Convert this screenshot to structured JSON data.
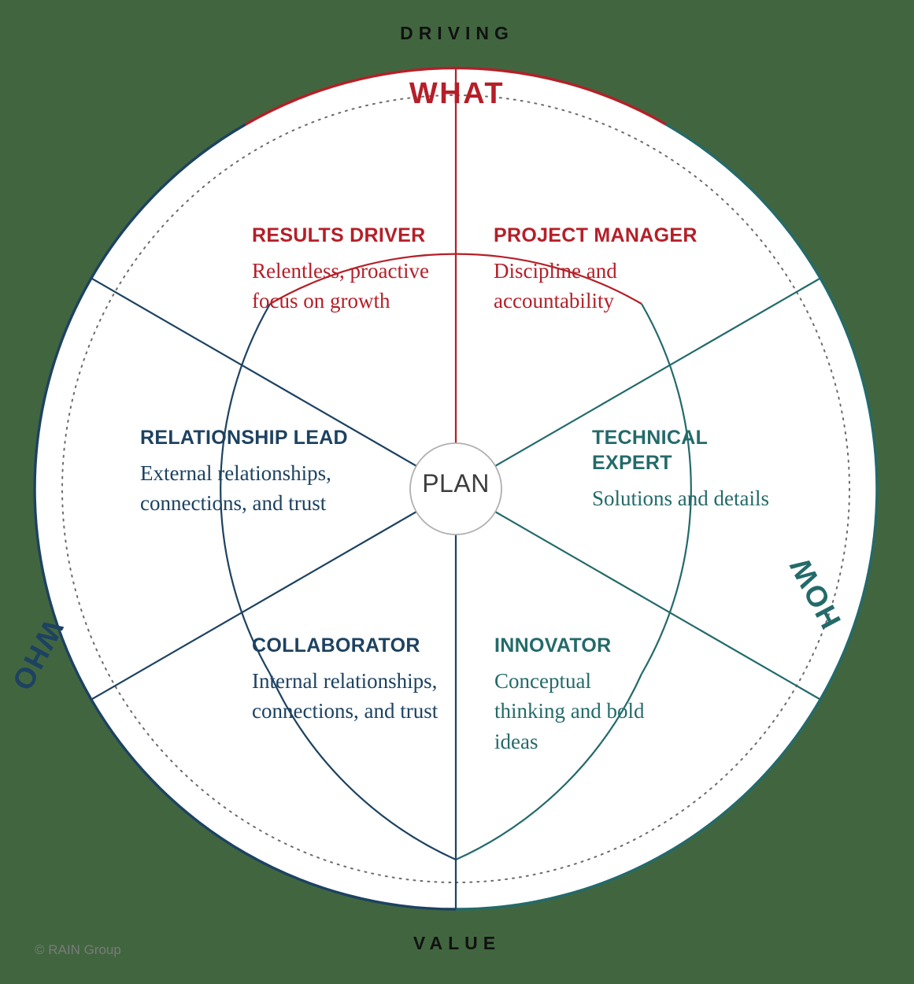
{
  "diagram": {
    "title": "PLAN Wheel",
    "center_label": "PLAN",
    "axes": {
      "top": "DRIVING",
      "bottom": "VALUE"
    },
    "ring_labels": {
      "top": "WHAT",
      "left": "WHO",
      "right": "HOW"
    },
    "colors": {
      "red": "#b51f28",
      "navy": "#1d4261",
      "teal": "#246a6a",
      "center_text": "#3d3d3d",
      "center_stroke": "#b0b0b0",
      "axis_text": "#111111",
      "background": "#41663f",
      "wheel_fill": "#ffffff",
      "dotted_guide": "#6b6b6b",
      "copyright_text": "#7a7a7a"
    },
    "segments": [
      {
        "id": "results-driver",
        "title": "RESULTS DRIVER",
        "description": "Relentless, proactive focus on growth",
        "color_key": "red",
        "ring_group": "WHAT"
      },
      {
        "id": "project-manager",
        "title": "PROJECT MANAGER",
        "description": "Discipline and accountability",
        "color_key": "red",
        "ring_group": "WHAT"
      },
      {
        "id": "relationship-lead",
        "title": "RELATIONSHIP LEAD",
        "description": "External relationships, connections, and trust",
        "color_key": "navy",
        "ring_group": "WHO"
      },
      {
        "id": "technical-expert",
        "title": "TECHNICAL EXPERT",
        "description": "Solutions and details",
        "color_key": "teal",
        "ring_group": "HOW"
      },
      {
        "id": "collaborator",
        "title": "COLLABORATOR",
        "description": "Internal relationships, connections, and trust",
        "color_key": "navy",
        "ring_group": "WHO"
      },
      {
        "id": "innovator",
        "title": "INNOVATOR",
        "description": "Conceptual thinking and bold ideas",
        "color_key": "teal",
        "ring_group": "HOW"
      }
    ],
    "footer": {
      "copyright": "© RAIN Group"
    }
  }
}
